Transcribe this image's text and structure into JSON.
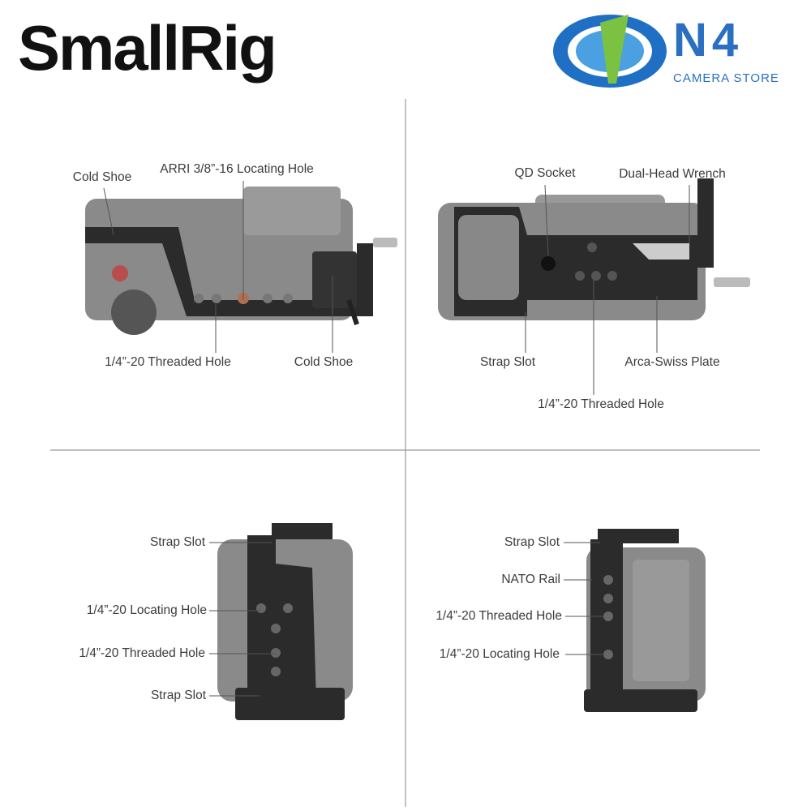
{
  "brand": {
    "logo_text": "SmallRig"
  },
  "store": {
    "logo_text": "N4",
    "subtitle": "CAMERA STORE"
  },
  "top_view": {
    "labels": {
      "cold_shoe_left": "Cold Shoe",
      "arri_hole": "ARRI 3/8”-16 Locating Hole",
      "threaded_hole": "1/4”-20 Threaded Hole",
      "cold_shoe_right": "Cold Shoe"
    }
  },
  "back_view": {
    "labels": {
      "qd_socket": "QD Socket",
      "wrench": "Dual-Head Wrench",
      "strap_slot": "Strap Slot",
      "arca_plate": "Arca-Swiss Plate",
      "threaded_hole": "1/4”-20 Threaded Hole"
    }
  },
  "left_side_view": {
    "labels": {
      "strap_slot_top": "Strap Slot",
      "locating_hole": "1/4”-20 Locating Hole",
      "threaded_hole": "1/4”-20 Threaded Hole",
      "strap_slot_bottom": "Strap Slot"
    }
  },
  "right_side_view": {
    "labels": {
      "strap_slot": "Strap Slot",
      "nato_rail": "NATO Rail",
      "threaded_hole": "1/4”-20 Threaded Hole",
      "locating_hole": "1/4”-20 Locating Hole"
    }
  }
}
